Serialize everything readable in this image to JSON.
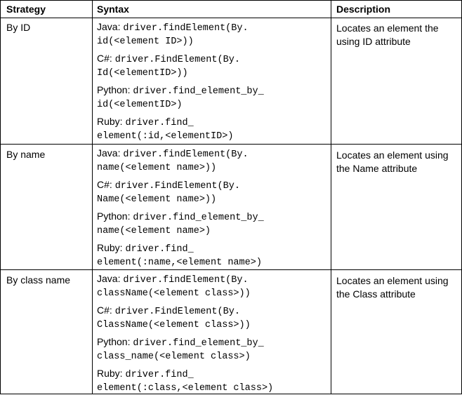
{
  "header": {
    "strategy": "Strategy",
    "syntax": "Syntax",
    "description": "Description"
  },
  "rows": [
    {
      "strategy": "By ID",
      "description": "Locates an element the using ID attribute",
      "entries": [
        {
          "lang": "Java:",
          "line1": "driver.findElement(By.",
          "line2": "id(<element ID>))"
        },
        {
          "lang": "C#:",
          "line1": "driver.FindElement(By.",
          "line2": "Id(<elementID>))"
        },
        {
          "lang": "Python:",
          "line1": "driver.find_element_by_",
          "line2": "id(<elementID>)"
        },
        {
          "lang": "Ruby:",
          "line1": "driver.find_",
          "line2": "element(:id,<elementID>)"
        }
      ]
    },
    {
      "strategy": "By name",
      "description": "Locates an element using the Name attribute",
      "entries": [
        {
          "lang": "Java:",
          "line1": "driver.findElement(By.",
          "line2": "name(<element name>))"
        },
        {
          "lang": "C#:",
          "line1": "driver.FindElement(By.",
          "line2": "Name(<element name>))"
        },
        {
          "lang": "Python:",
          "line1": "driver.find_element_by_",
          "line2": "name(<element name>)"
        },
        {
          "lang": "Ruby:",
          "line1": "driver.find_",
          "line2": "element(:name,<element name>)"
        }
      ]
    },
    {
      "strategy": "By class name",
      "description": "Locates an element using the Class attribute",
      "entries": [
        {
          "lang": "Java:",
          "line1": "driver.findElement(By.",
          "line2": "className(<element class>))"
        },
        {
          "lang": "C#:",
          "line1": "driver.FindElement(By.",
          "line2": "ClassName(<element class>))"
        },
        {
          "lang": "Python:",
          "line1": "driver.find_element_by_",
          "line2": "class_name(<element class>)"
        },
        {
          "lang": "Ruby:",
          "line1": "driver.find_",
          "line2": "element(:class,<element class>)"
        }
      ]
    }
  ]
}
